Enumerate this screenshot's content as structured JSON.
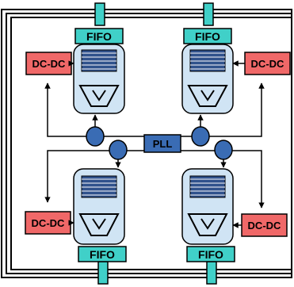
{
  "labels": {
    "fifo": "FIFO",
    "dcdc": "DC-DC",
    "pll": "PLL"
  },
  "colors": {
    "fifo_fill": "#40d0c8",
    "dcdc_fill": "#f06868",
    "core_fill": "#d0e4f4",
    "node_fill": "#3a6cb4",
    "pll_fill": "#3a6cb4",
    "register_fill": "#30528c",
    "wire": "#000000"
  },
  "quadrants": [
    {
      "id": "top-left"
    },
    {
      "id": "top-right"
    },
    {
      "id": "bottom-left"
    },
    {
      "id": "bottom-right"
    }
  ]
}
